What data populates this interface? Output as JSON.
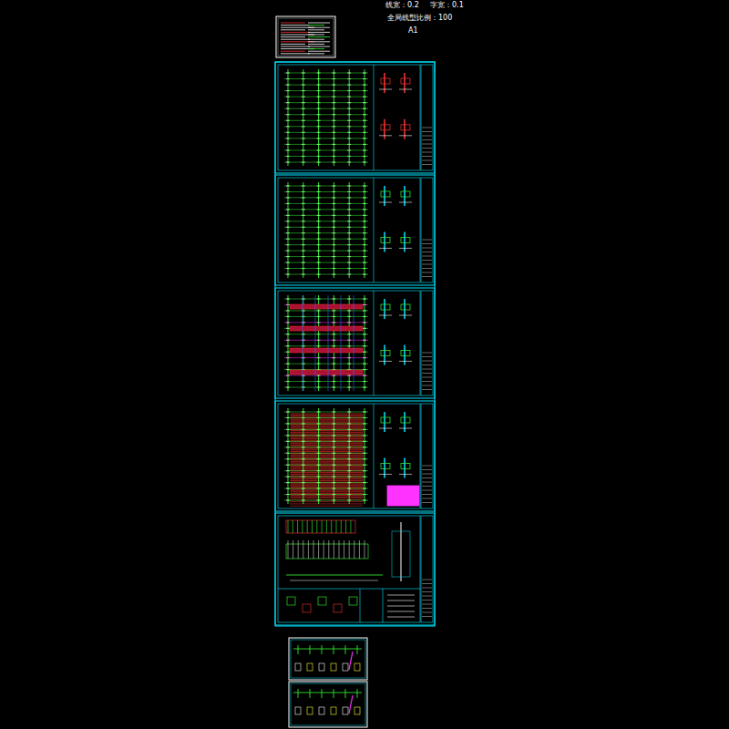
{
  "diagram": {
    "labels": [
      "线宽：0.2",
      "字宽：0.1",
      "全局线型比例：100",
      "A1"
    ]
  }
}
